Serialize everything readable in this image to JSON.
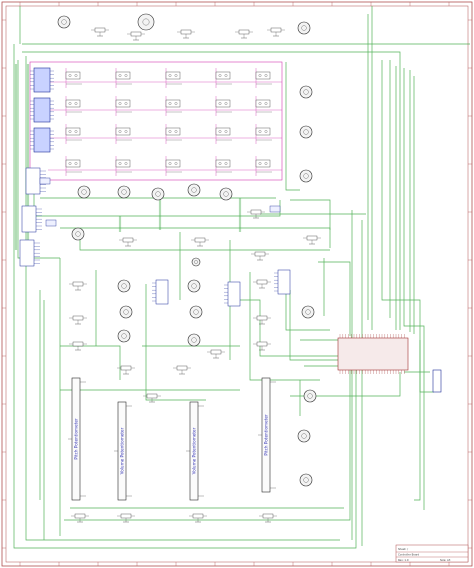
{
  "schematic": {
    "slider_labels": [
      "Pitch Potentiometer",
      "Volume Potentiometer",
      "Volume Potentiometer",
      "Pitch Potentiometer"
    ],
    "title_block": {
      "line1": "Sheet: /",
      "line2": "Controller Board",
      "line3": "Rev: 1.0",
      "line4": "Size: A3"
    }
  }
}
